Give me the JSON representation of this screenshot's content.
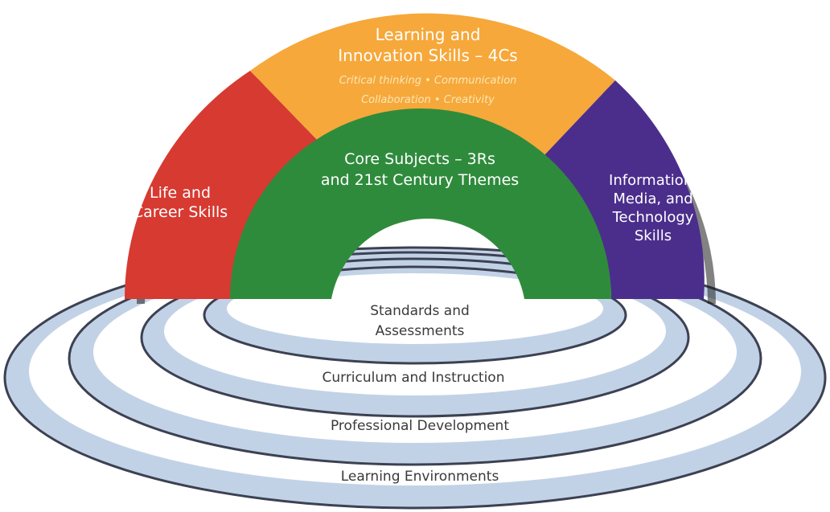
{
  "arch": {
    "left": {
      "line1": "Life and",
      "line2": "Career Skills"
    },
    "top": {
      "line1": "Learning and",
      "line2": "Innovation Skills – 4Cs",
      "sub1": "Critical thinking • Communication",
      "sub2": "Collaboration • Creativity"
    },
    "right": {
      "line1": "Information,",
      "line2": "Media, and",
      "line3": "Technology",
      "line4": "Skills"
    },
    "core": {
      "line1": "Core Subjects – 3Rs",
      "line2": "and 21st Century Themes"
    }
  },
  "rings": {
    "standards": {
      "line1": "Standards and",
      "line2": "Assessments"
    },
    "curriculum": "Curriculum and Instruction",
    "professional": "Professional Development",
    "environments": "Learning Environments"
  },
  "colors": {
    "life": "#d63a31",
    "learning": "#f6a83b",
    "information": "#4b2e8c",
    "core": "#2f8b3c",
    "ring": "#c2d2e6",
    "ring_stroke": "#3c4152"
  }
}
